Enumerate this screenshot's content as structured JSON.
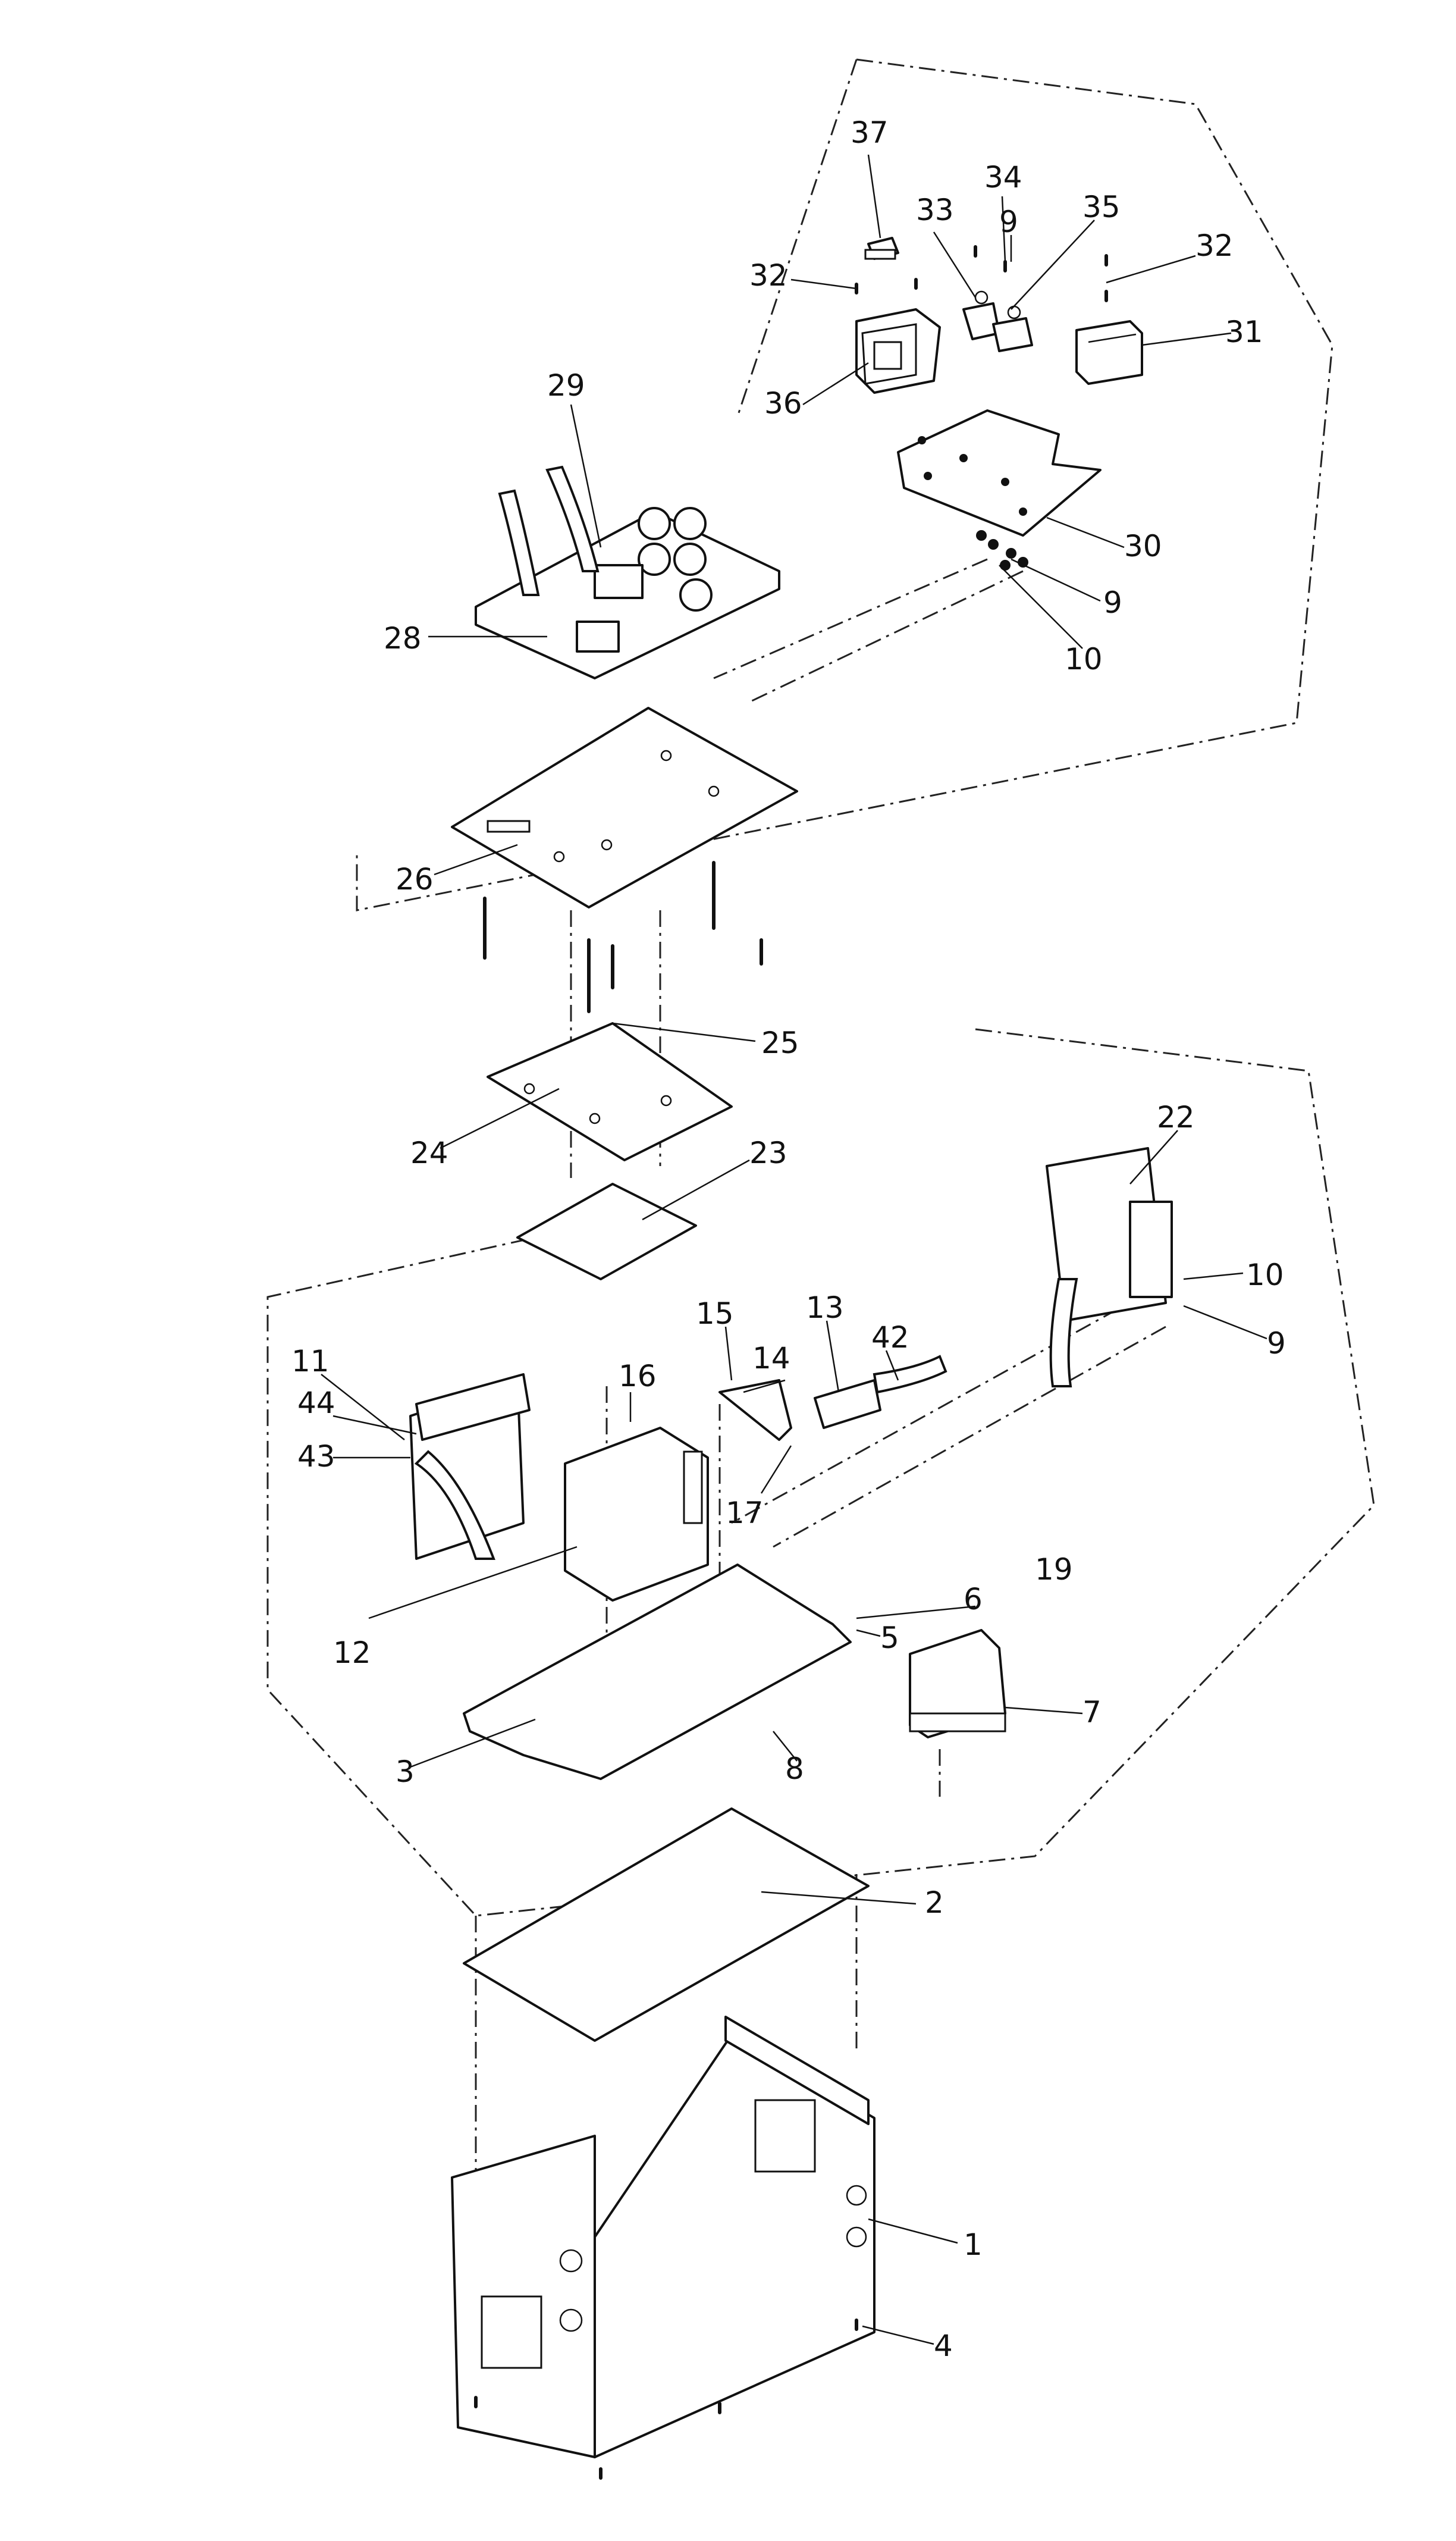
{
  "diagram": {
    "callouts": [
      "37",
      "34",
      "33",
      "9",
      "35",
      "32",
      "32",
      "31",
      "36",
      "29",
      "30",
      "9",
      "10",
      "28",
      "26",
      "25",
      "24",
      "23",
      "22",
      "10",
      "9",
      "15",
      "13",
      "42",
      "11",
      "44",
      "16",
      "14",
      "43",
      "17",
      "12",
      "19",
      "6",
      "5",
      "7",
      "3",
      "8",
      "2",
      "1",
      "4"
    ]
  },
  "colors": {
    "line": "#111111",
    "background": "#ffffff"
  }
}
